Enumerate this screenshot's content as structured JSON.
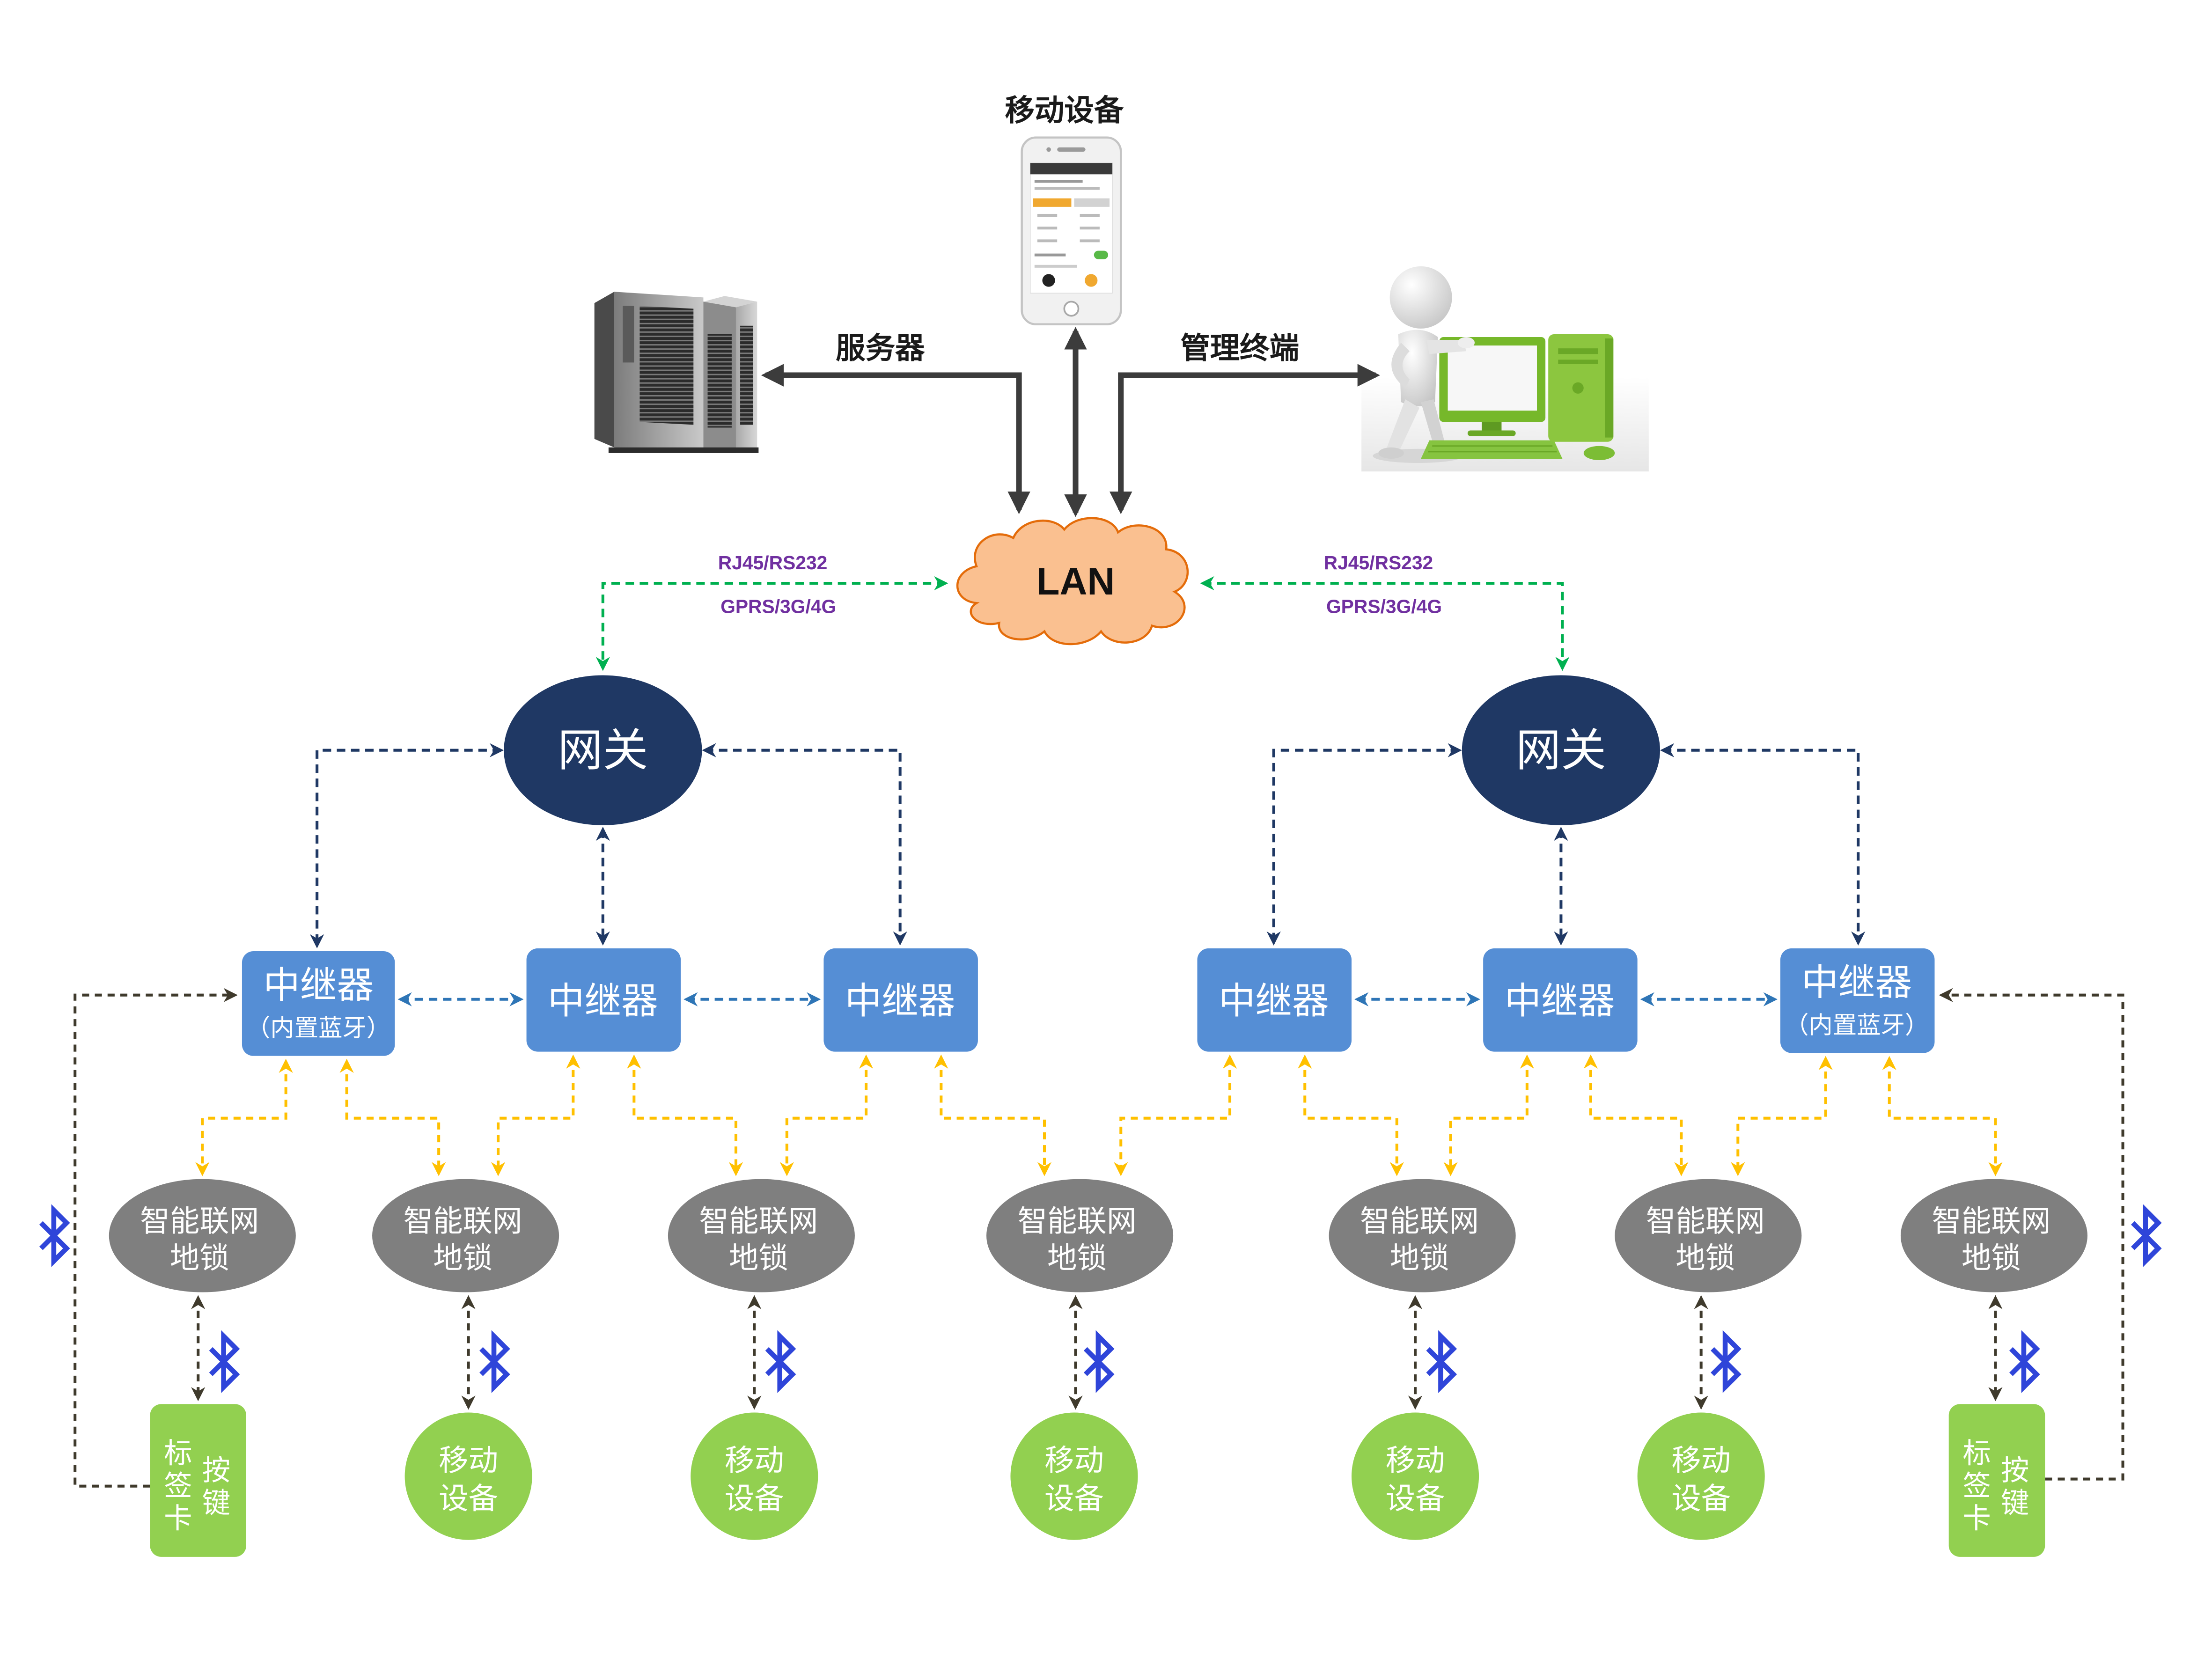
{
  "diagram": {
    "mobile_device_label": "移动设备",
    "server_label": "服务器",
    "terminal_label": "管理终端",
    "lan_label": "LAN"
  },
  "links": {
    "left": {
      "line1": "RJ45/RS232",
      "line2": "GPRS/3G/4G"
    },
    "right": {
      "line1": "RJ45/RS232",
      "line2": "GPRS/3G/4G"
    }
  },
  "gateways": [
    {
      "label": "网关"
    },
    {
      "label": "网关"
    }
  ],
  "repeaters": [
    {
      "label": "中继器",
      "sub": "（内置蓝牙）"
    },
    {
      "label": "中继器"
    },
    {
      "label": "中继器"
    },
    {
      "label": "中继器"
    },
    {
      "label": "中继器"
    },
    {
      "label": "中继器",
      "sub": "（内置蓝牙）"
    }
  ],
  "locks": [
    {
      "line1": "智能联网",
      "line2": "地锁"
    },
    {
      "line1": "智能联网",
      "line2": "地锁"
    },
    {
      "line1": "智能联网",
      "line2": "地锁"
    },
    {
      "line1": "智能联网",
      "line2": "地锁"
    },
    {
      "line1": "智能联网",
      "line2": "地锁"
    },
    {
      "line1": "智能联网",
      "line2": "地锁"
    },
    {
      "line1": "智能联网",
      "line2": "地锁"
    }
  ],
  "mobiles": [
    {
      "line1": "移动",
      "line2": "设备"
    },
    {
      "line1": "移动",
      "line2": "设备"
    },
    {
      "line1": "移动",
      "line2": "设备"
    },
    {
      "line1": "移动",
      "line2": "设备"
    },
    {
      "line1": "移动",
      "line2": "设备"
    }
  ],
  "tags": [
    {
      "col_left": "标签卡",
      "col_right": "按键"
    },
    {
      "col_left": "标签卡",
      "col_right": "按键"
    }
  ],
  "icons": {
    "bluetooth": "bluetooth-icon",
    "server": "server-icon",
    "phone": "mobile-phone-icon",
    "terminal": "management-terminal-icon",
    "cloud": "lan-cloud-icon"
  },
  "colors": {
    "gateway": "#1F3864",
    "repeater": "#558ED5",
    "lock": "#7F7F7F",
    "mobile": "#92D050",
    "tag": "#92D050",
    "lan_cloud": "#FAC090",
    "lan_cloud_border": "#E46C0A",
    "link_label": "#7030A0",
    "bluetooth": "#2F45D9",
    "wired_arrow": "#3C3C3C",
    "lan_link": "#00B050",
    "gateway_link": "#1F3864",
    "repeater_link": "#2E75B6",
    "lock_link": "#FFC000",
    "bluetooth_link": "#3F3A2C"
  }
}
